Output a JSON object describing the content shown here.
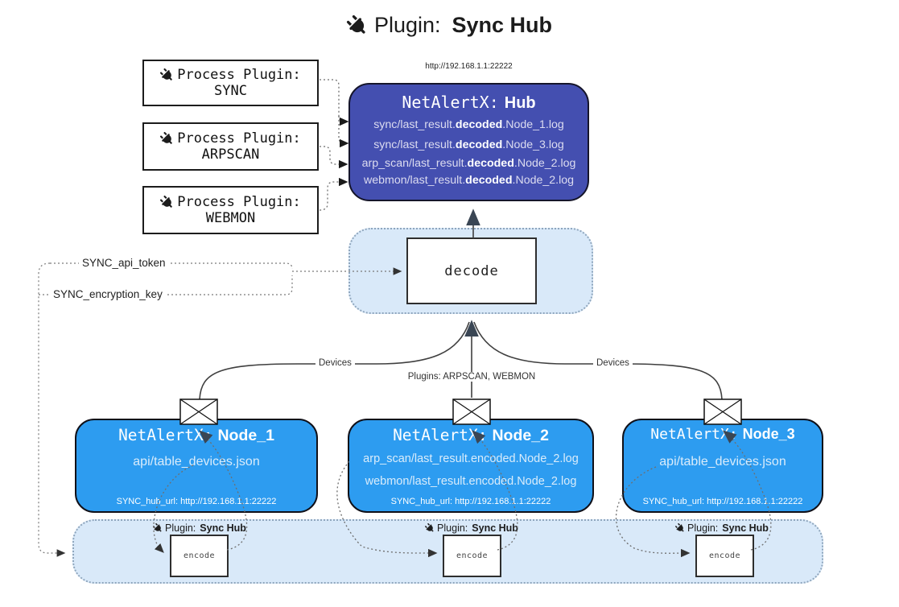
{
  "colors": {
    "hub_fill": "#444fb0",
    "node_fill": "#2d9cf0",
    "panel_fill": "#d9e9f9",
    "arrow_dark": "#3a4654"
  },
  "icons": {
    "plug": "plug-icon",
    "envelope": "envelope-icon"
  },
  "title": {
    "prefix": "Plugin:",
    "name": "Sync Hub"
  },
  "process_plugins": [
    {
      "label": "Process Plugin:",
      "name": "SYNC"
    },
    {
      "label": "Process Plugin:",
      "name": "ARPSCAN"
    },
    {
      "label": "Process Plugin:",
      "name": "WEBMON"
    }
  ],
  "hub": {
    "url": "http://192.168.1.1:22222",
    "title_prefix": "NetAlertX:",
    "title_name": "Hub",
    "logs": [
      {
        "pre": "sync/last_result.",
        "bold": "decoded",
        "post": ".Node_1.log"
      },
      {
        "pre": "sync/last_result.",
        "bold": "decoded",
        "post": ".Node_3.log"
      },
      {
        "pre": "arp_scan/last_result.",
        "bold": "decoded",
        "post": ".Node_2.log"
      },
      {
        "pre": "webmon/last_result.",
        "bold": "decoded",
        "post": ".Node_2.log"
      }
    ]
  },
  "settings": {
    "api_token": "SYNC_api_token",
    "encryption_key": "SYNC_encryption_key"
  },
  "decode_panel": {
    "box_label": "decode"
  },
  "edge_labels": {
    "devices_left": "Devices",
    "plugins": "Plugins: ARPSCAN, WEBMON",
    "devices_right": "Devices"
  },
  "nodes": [
    {
      "title_prefix": "NetAlertX:",
      "title_name": "Node_1",
      "files": [
        "api/table_devices.json"
      ],
      "hub_url": "SYNC_hub_url: http://192.168.1.1:22222"
    },
    {
      "title_prefix": "NetAlertX:",
      "title_name": "Node_2",
      "files": [
        "arp_scan/last_result.encoded.Node_2.log",
        "webmon/last_result.encoded.Node_2.log"
      ],
      "hub_url": "SYNC_hub_url: http://192.168.1.1:22222"
    },
    {
      "title_prefix": "NetAlertX:",
      "title_name": "Node_3",
      "files": [
        "api/table_devices.json"
      ],
      "hub_url": "SYNC_hub_url: http://192.168.1.1:22222"
    }
  ],
  "encode_plugins": [
    {
      "prefix": "Plugin:",
      "name": "Sync Hub",
      "box_label": "encode"
    },
    {
      "prefix": "Plugin:",
      "name": "Sync Hub",
      "box_label": "encode"
    },
    {
      "prefix": "Plugin:",
      "name": "Sync Hub",
      "box_label": "encode"
    }
  ]
}
